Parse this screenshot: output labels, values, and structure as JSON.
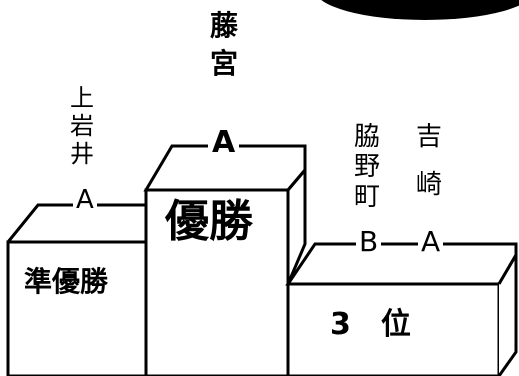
{
  "podium": {
    "first": {
      "school": [
        "藤",
        "宮"
      ],
      "team": "A",
      "rank_label": "優勝"
    },
    "second": {
      "school": [
        "上",
        "岩",
        "井"
      ],
      "team": "A",
      "rank_label": "準優勝"
    },
    "third": {
      "rank_label": "3　位",
      "teams": [
        {
          "school": [
            "脇",
            "野",
            "町"
          ],
          "team": "B"
        },
        {
          "school": [
            "吉",
            "崎"
          ],
          "team": "A"
        }
      ]
    }
  },
  "colors": {
    "ink": "#000000",
    "paper": "#ffffff"
  }
}
